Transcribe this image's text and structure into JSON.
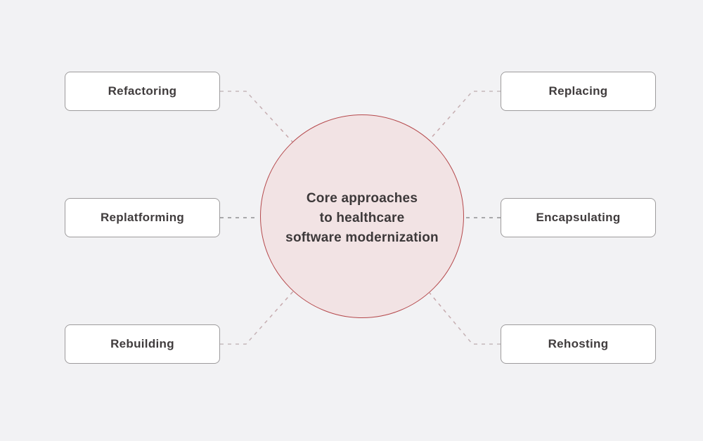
{
  "title": "Core approaches to healthcare software modernization",
  "center": {
    "line1": "Core approaches",
    "line2": "to healthcare",
    "line3": "software modernization"
  },
  "nodes": [
    {
      "label": "Refactoring",
      "side": "left",
      "row": "top"
    },
    {
      "label": "Replatforming",
      "side": "left",
      "row": "middle"
    },
    {
      "label": "Rebuilding",
      "side": "left",
      "row": "bottom"
    },
    {
      "label": "Replacing",
      "side": "right",
      "row": "top"
    },
    {
      "label": "Encapsulating",
      "side": "right",
      "row": "middle"
    },
    {
      "label": "Rehosting",
      "side": "right",
      "row": "bottom"
    }
  ],
  "colors": {
    "background": "#f2f2f4",
    "box_background": "#ffffff",
    "box_border": "#9d9b9c",
    "box_text": "#403c3d",
    "circle_fill": "#f2e3e4",
    "circle_border": "#b5494c",
    "circle_text": "#3d393a",
    "connector_gray": "#8f8f91",
    "connector_light": "#c4bcbe",
    "connector_rose": "#c7a4a8"
  }
}
